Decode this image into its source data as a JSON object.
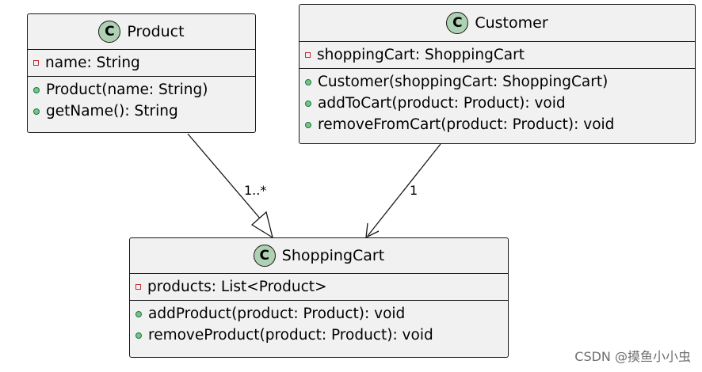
{
  "classes": {
    "product": {
      "icon": "C",
      "name": "Product",
      "attributes": [
        {
          "visibility": "private",
          "text": "name: String"
        }
      ],
      "methods": [
        {
          "visibility": "public",
          "text": "Product(name: String)"
        },
        {
          "visibility": "public",
          "text": "getName(): String"
        }
      ]
    },
    "customer": {
      "icon": "C",
      "name": "Customer",
      "attributes": [
        {
          "visibility": "private",
          "text": "shoppingCart: ShoppingCart"
        }
      ],
      "methods": [
        {
          "visibility": "public",
          "text": "Customer(shoppingCart: ShoppingCart)"
        },
        {
          "visibility": "public",
          "text": "addToCart(product: Product): void"
        },
        {
          "visibility": "public",
          "text": "removeFromCart(product: Product): void"
        }
      ]
    },
    "shoppingcart": {
      "icon": "C",
      "name": "ShoppingCart",
      "attributes": [
        {
          "visibility": "private",
          "text": "products: List<Product>"
        }
      ],
      "methods": [
        {
          "visibility": "public",
          "text": "addProduct(product: Product): void"
        },
        {
          "visibility": "public",
          "text": "removeProduct(product: Product): void"
        }
      ]
    }
  },
  "relations": {
    "product_to_cart": {
      "type": "generalization",
      "multiplicity": "1..*"
    },
    "customer_to_cart": {
      "type": "association",
      "multiplicity": "1"
    }
  },
  "watermark": "CSDN @摸鱼小小虫",
  "colors": {
    "class_fill": "#f1f1f1",
    "border": "#181818",
    "class_icon_fill": "#add1b2",
    "private_marker": "#c82930",
    "public_marker": "#84be84"
  }
}
